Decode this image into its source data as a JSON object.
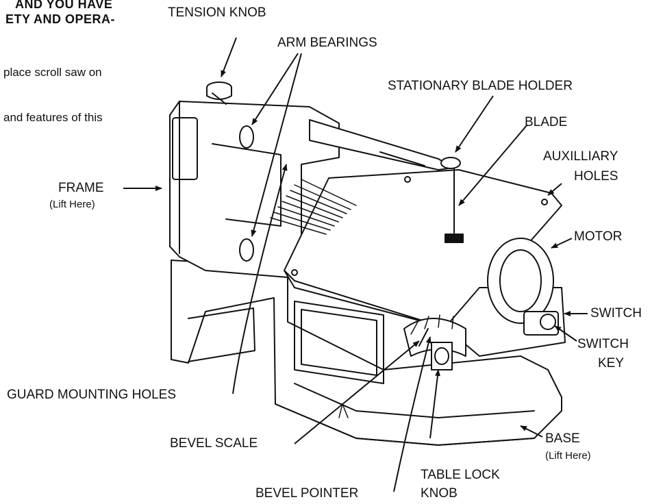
{
  "page_fragments": {
    "line1": "AND YOU HAVE",
    "line2": "ETY AND OPERA-",
    "line3": "place scroll saw on",
    "line4": "and features of this"
  },
  "labels": {
    "tension_knob": "TENSION KNOB",
    "arm_bearings": "ARM BEARINGS",
    "stationary_blade_holder": "STATIONARY BLADE HOLDER",
    "blade": "BLADE",
    "auxiliary_holes_1": "AUXILLIARY",
    "auxiliary_holes_2": "HOLES",
    "frame": "FRAME",
    "frame_note": "(Lift Here)",
    "motor": "MOTOR",
    "switch": "SWITCH",
    "switch_key_1": "SWITCH",
    "switch_key_2": "KEY",
    "guard_mounting_holes": "GUARD MOUNTING HOLES",
    "bevel_scale": "BEVEL SCALE",
    "base": "BASE",
    "base_note": "(Lift Here)",
    "table_lock_knob_1": "TABLE LOCK",
    "table_lock_knob_2": "KNOB",
    "bevel_pointer": "BEVEL POINTER"
  }
}
